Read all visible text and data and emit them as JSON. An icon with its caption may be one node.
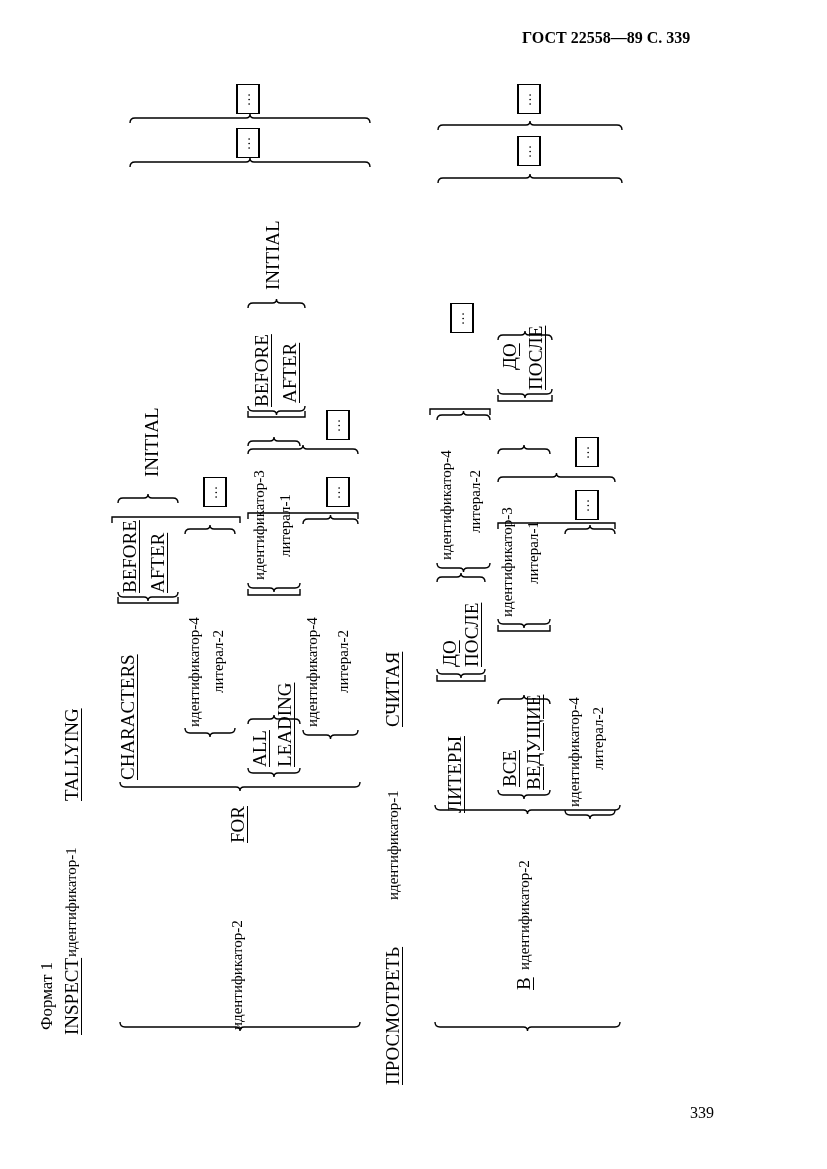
{
  "diagram": {
    "labels": [
      "ГОСТ 22558—89 С. 339",
      "Формат 1",
      "INSPECT",
      "идентификатор-1",
      "TALLYING",
      "CHARACTERS",
      "BEFORE",
      "AFTER",
      "INITIAL",
      "идентификатор-4",
      "литерал-2",
      "...",
      "идентификатор-2",
      "FOR",
      "ALL",
      "LEADING",
      "идентификатор-3",
      "литерал-1",
      "BEFORE",
      "AFTER",
      "INITIAL",
      "идентификатор-4",
      "литерал-2",
      "...",
      "...",
      "...",
      "...",
      "ПРОСМОТРЕТЬ",
      "идентификатор-1",
      "СЧИТАЯ",
      "ЛИТЕРЫ",
      "ДО",
      "ПОСЛЕ",
      "идентификатор-4",
      "литерал-2",
      "...",
      "В",
      "идентификатор-2",
      "ВСЕ",
      "ВЕДУЩИЕ",
      "идентификатор-3",
      "литерал-1",
      "ДО",
      "ПОСЛЕ",
      "идентификатор-4",
      "литерал-2",
      "...",
      "...",
      "...",
      "...",
      "339"
    ]
  }
}
